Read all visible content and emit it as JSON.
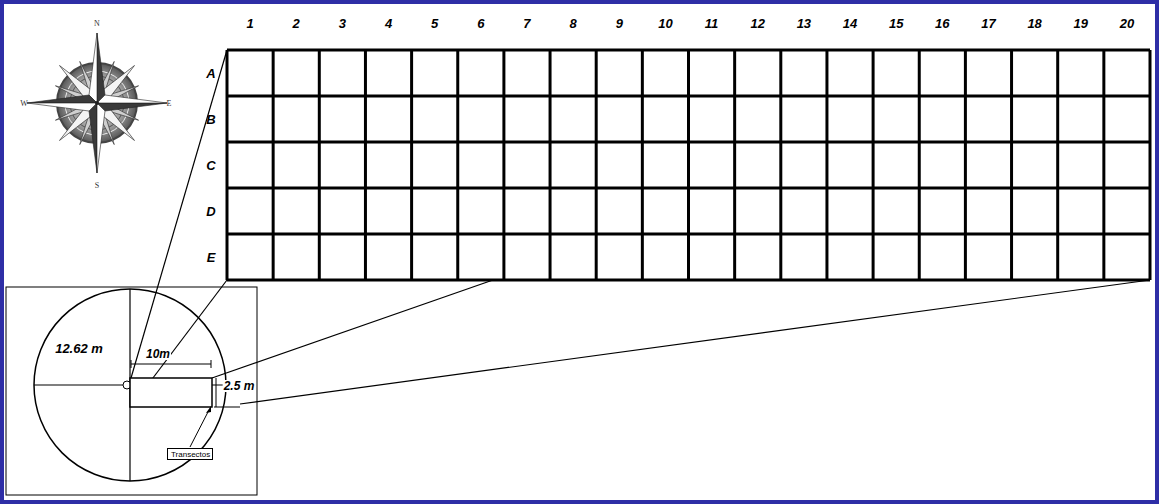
{
  "diagram": {
    "nodes": [
      {
        "text": [
          "Transectos"
        ]
      }
    ],
    "labels": [
      "1",
      "2",
      "3",
      "4",
      "5",
      "6",
      "7",
      "8",
      "9",
      "10",
      "11",
      "12",
      "13",
      "14",
      "15",
      "16",
      "17",
      "18",
      "19",
      "20",
      "A",
      "B",
      "C",
      "D",
      "E",
      "N",
      "W",
      "E",
      "S",
      "12.62 m",
      "10m",
      "2.5 m"
    ]
  }
}
